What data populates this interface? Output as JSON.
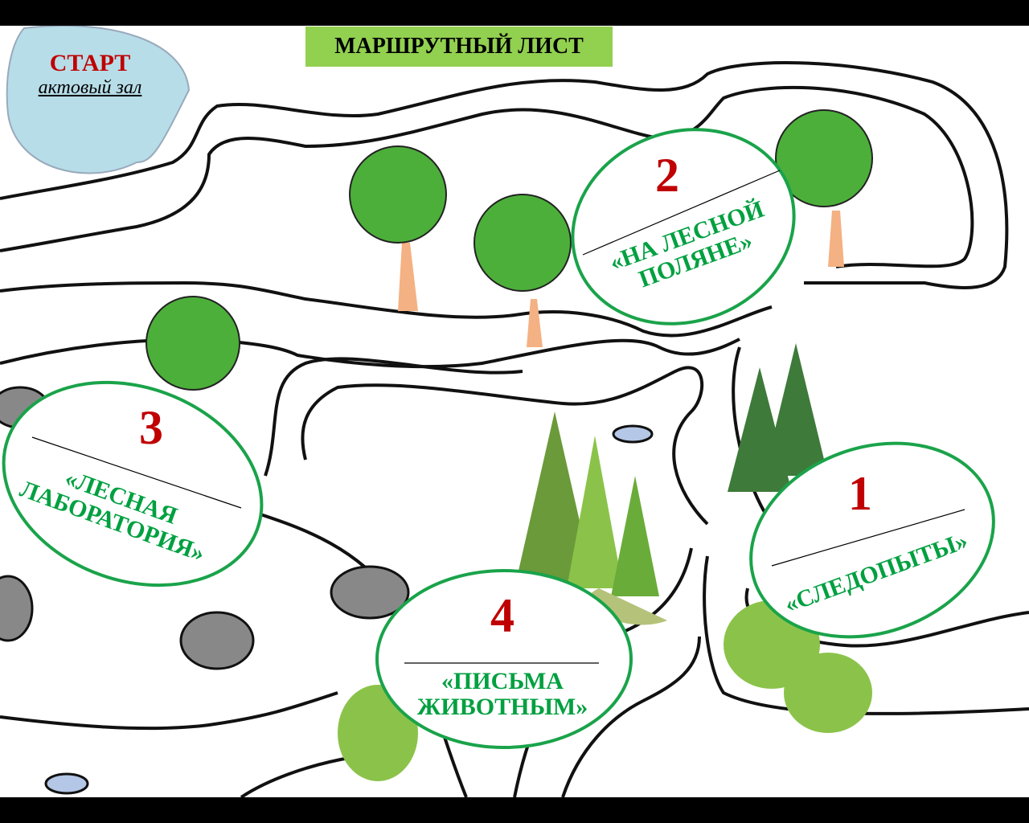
{
  "title": "МАРШРУТНЫЙ ЛИСТ",
  "start": {
    "label": "СТАРТ",
    "place": "актовый зал"
  },
  "stations": [
    {
      "number": "1",
      "name": "«СЛЕДОПЫТЫ»"
    },
    {
      "number": "2",
      "name_line1": "«НА ЛЕСНОЙ",
      "name_line2": "ПОЛЯНЕ»"
    },
    {
      "number": "3",
      "name_line1": "«ЛЕСНАЯ",
      "name_line2": "ЛАБОРАТОРИЯ»"
    },
    {
      "number": "4",
      "name_line1": "«ПИСЬМА",
      "name_line2": "ЖИВОТНЫМ»"
    }
  ],
  "colors": {
    "title_bg": "#92d050",
    "start_bg": "#b7dde8",
    "number": "#c00000",
    "label": "#00a040",
    "ellipse_border": "#1aa34a"
  }
}
